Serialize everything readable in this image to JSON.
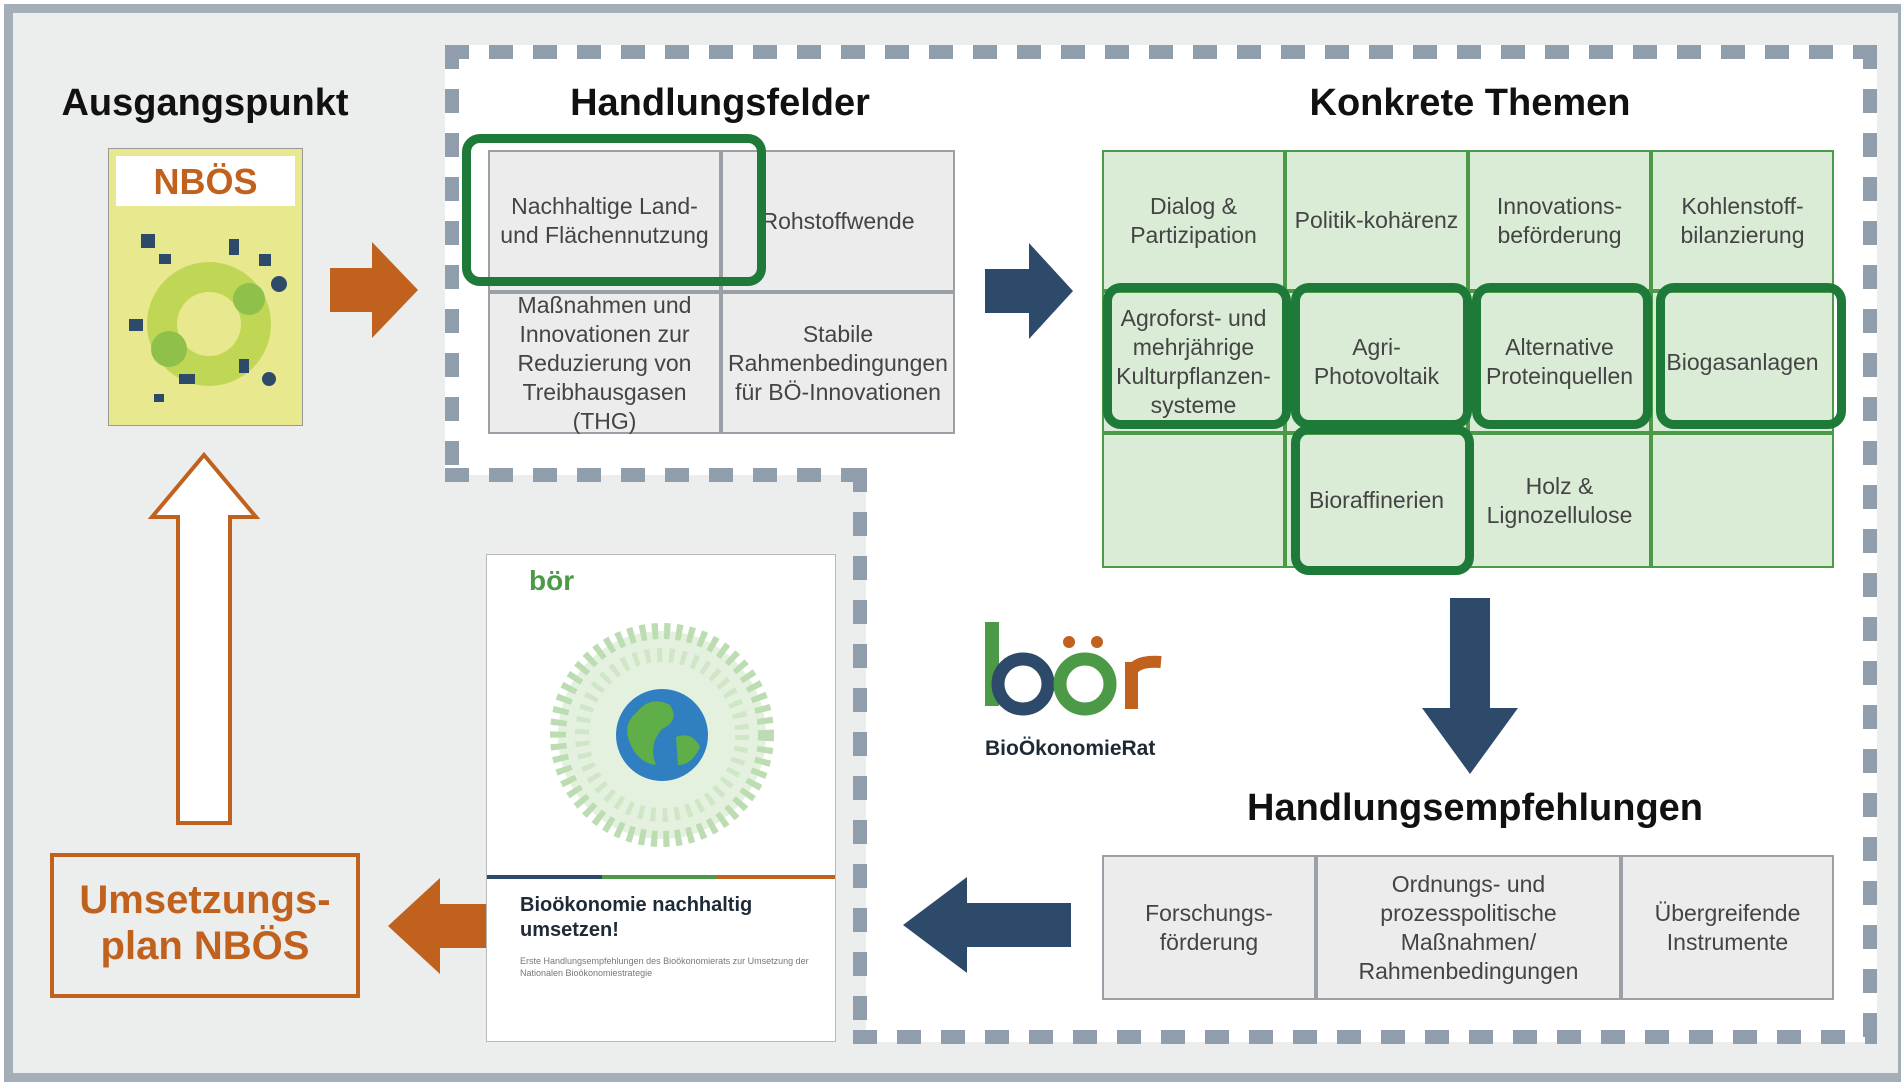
{
  "start": {
    "heading": "Ausgangspunkt",
    "cover_title": "NBÖS"
  },
  "fields": {
    "heading": "Handlungsfelder",
    "items": [
      "Nachhaltige Land- und Flächennutzung",
      "Rohstoffwende",
      "Maßnahmen und Innovationen zur Reduzierung von Treibhausgasen (THG)",
      "Stabile Rahmenbedingungen für BÖ-Innovationen"
    ]
  },
  "topics": {
    "heading": "Konkrete Themen",
    "items": [
      "Dialog & Partizipation",
      "Politik-kohärenz",
      "Innovations-beförderung",
      "Kohlenstoff-bilanzierung",
      "Agroforst- und mehrjährige Kulturpflanzen-systeme",
      "Agri-Photovoltaik",
      "Alternative Proteinquellen",
      "Biogasanlagen",
      "",
      "Bioraffinerien",
      "Holz & Lignozellulose",
      ""
    ]
  },
  "logo": {
    "mark": "bör",
    "name": "BioÖkonomieRat"
  },
  "recommendations": {
    "heading": "Handlungsempfehlungen",
    "items": [
      "Forschungs-förderung",
      "Ordnungs- und prozesspolitische Maßnahmen/ Rahmenbedingungen",
      "Übergreifende Instrumente"
    ]
  },
  "report": {
    "logo_mark": "bör",
    "title": "Bioökonomie nachhaltig umsetzen!",
    "subtitle": "Erste Handlungsempfehlungen des Bioökonomierats zur Umsetzung der Nationalen Bioökonomiestrategie"
  },
  "plan": {
    "label_line1": "Umsetzungs-",
    "label_line2": "plan NBÖS"
  },
  "colors": {
    "orange": "#c0611e",
    "navy": "#2e4a6b",
    "green": "#1e7a38",
    "cell_green": "#dbecd6",
    "frame": "#a3aeb9"
  }
}
